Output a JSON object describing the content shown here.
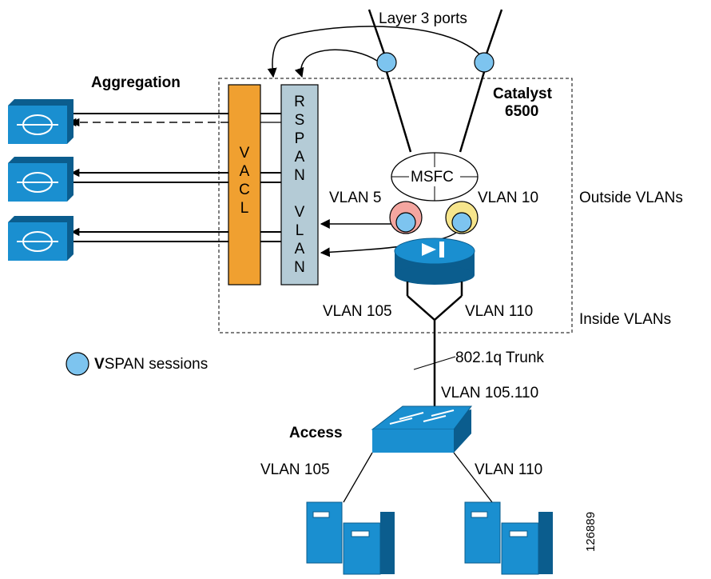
{
  "labels": {
    "layer3_ports": "Layer 3 ports",
    "aggregation": "Aggregation",
    "catalyst": "Catalyst",
    "catalyst_model": "6500",
    "vacl": "VACL",
    "rspan_vlan": "RSPAN VLAN",
    "msfc": "MSFC",
    "vlan5": "VLAN 5",
    "vlan10": "VLAN 10",
    "outside_vlans": "Outside VLANs",
    "inside_vlan105": "VLAN 105",
    "inside_vlan110": "VLAN 110",
    "inside_vlans": "Inside VLANs",
    "legend_bold": "V",
    "legend_rest": "SPAN sessions",
    "trunk": "802.1q Trunk",
    "trunk_vlans": "VLAN 105.110",
    "access": "Access",
    "access_vlan105": "VLAN 105",
    "access_vlan110": "VLAN 110",
    "figure_id": "126889"
  },
  "colors": {
    "cisco_blue": "#1a8fd0",
    "cisco_dark": "#0b5d8e",
    "vspan_dot": "#7dc4ef",
    "vacl_bar": "#f0a030",
    "rspan_bar": "#b4cbd6",
    "vlan5_color": "#f4a6a0",
    "vlan10_color": "#f6e58c"
  },
  "icons": {
    "aggregation_device": "cisco-content-switch-icon",
    "firewall": "cisco-firewall-module-icon",
    "access_switch": "cisco-workgroup-switch-icon",
    "server": "server-tower-icon"
  }
}
